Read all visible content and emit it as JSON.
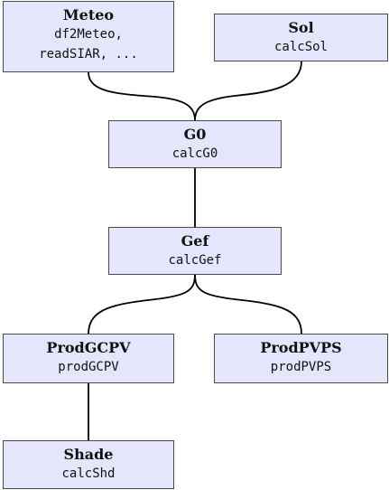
{
  "nodes": {
    "meteo": {
      "title": "Meteo",
      "lines": [
        "df2Meteo,",
        "readSIAR, ..."
      ]
    },
    "sol": {
      "title": "Sol",
      "lines": [
        "calcSol"
      ]
    },
    "g0": {
      "title": "G0",
      "lines": [
        "calcG0"
      ]
    },
    "gef": {
      "title": "Gef",
      "lines": [
        "calcGef"
      ]
    },
    "prodgcpv": {
      "title": "ProdGCPV",
      "lines": [
        "prodGCPV"
      ]
    },
    "prodpvps": {
      "title": "ProdPVPS",
      "lines": [
        "prodPVPS"
      ]
    },
    "shade": {
      "title": "Shade",
      "lines": [
        "calcShd"
      ]
    }
  },
  "edges": [
    {
      "from": "Meteo",
      "to": "G0"
    },
    {
      "from": "Sol",
      "to": "G0"
    },
    {
      "from": "G0",
      "to": "Gef"
    },
    {
      "from": "Gef",
      "to": "ProdGCPV"
    },
    {
      "from": "Gef",
      "to": "ProdPVPS"
    },
    {
      "from": "ProdGCPV",
      "to": "Shade"
    }
  ],
  "colors": {
    "node_fill": "#e5e5fb",
    "node_border": "#4a4a4a",
    "edge": "#000000"
  }
}
